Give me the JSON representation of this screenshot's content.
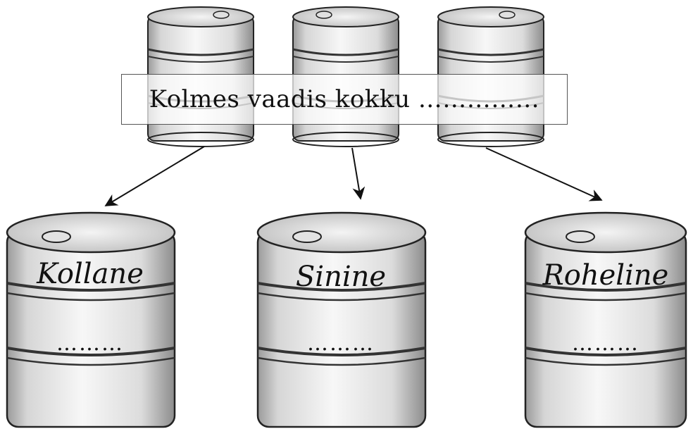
{
  "diagram": {
    "total_label": "Kolmes vaadis kokku ……………",
    "barrels": [
      {
        "name": "Kollane",
        "blank": "………"
      },
      {
        "name": "Sinine",
        "blank": "………"
      },
      {
        "name": "Roheline",
        "blank": "………"
      }
    ]
  }
}
